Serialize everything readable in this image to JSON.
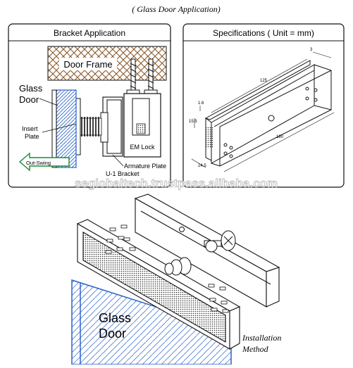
{
  "header": {
    "title": "( Glass Door Application)"
  },
  "bracket_panel": {
    "title": "Bracket Application",
    "labels": {
      "door_frame": "Door Frame",
      "glass_door_line1": "Glass",
      "glass_door_line2": "Door",
      "insert_plate_line1": "Insert",
      "insert_plate_line2": "Plate",
      "em_lock": "EM Lock",
      "armature_plate": "Armature Plate",
      "u1_bracket": "U-1 Bracket",
      "out_swing": "Out-Swing"
    }
  },
  "spec_panel": {
    "title": "Specifications ( Unit = mm)",
    "dims": {
      "width_top": "3",
      "length_125": "125",
      "thickness": "1.6",
      "height": "15.5",
      "length_180": "180",
      "depth": "24.5"
    }
  },
  "watermark": {
    "text": "seglobaltech.trustpass.alibaba.com"
  },
  "install": {
    "glass_line1": "Glass",
    "glass_line2": "Door",
    "method_line1": "Installation",
    "method_line2": "Method"
  },
  "colors": {
    "line": "#111111",
    "arrow_green": "#1a8a3a",
    "glass_blue": "#2a63c8",
    "frame_brown": "#8b5a2b",
    "screw_gray": "#555555"
  }
}
